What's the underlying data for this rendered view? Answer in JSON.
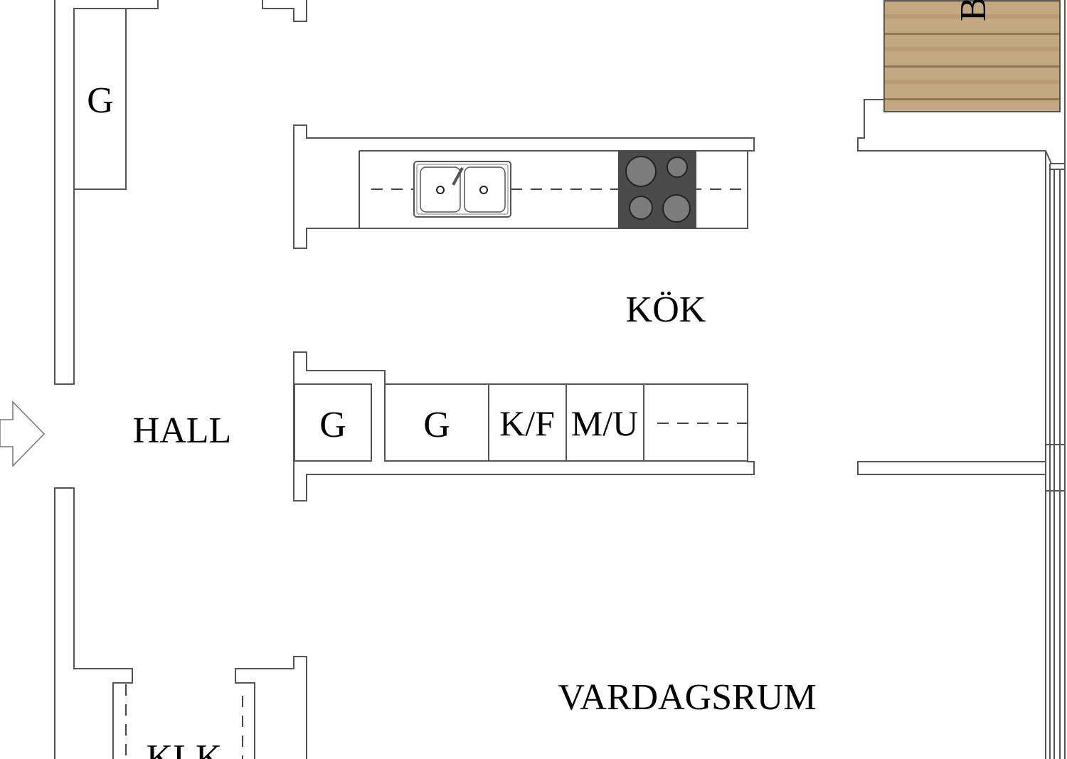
{
  "rooms": {
    "hall": "HALL",
    "kitchen": "KÖK",
    "living_room": "VARDAGSRUM",
    "closet_bottom": "KLK",
    "balcony": "B"
  },
  "cabinets": {
    "wardrobe_hall": "G",
    "wardrobe_kitchen_1": "G",
    "wardrobe_kitchen_2": "G",
    "fridge_freezer": "K/F",
    "microwave_oven": "M/U"
  },
  "colors": {
    "wall": "#555555",
    "stove": "#4a4a4a",
    "balcony_wood": "#c2a57f"
  },
  "icons": [
    "entrance-arrow-icon",
    "sink-icon",
    "stove-icon"
  ]
}
